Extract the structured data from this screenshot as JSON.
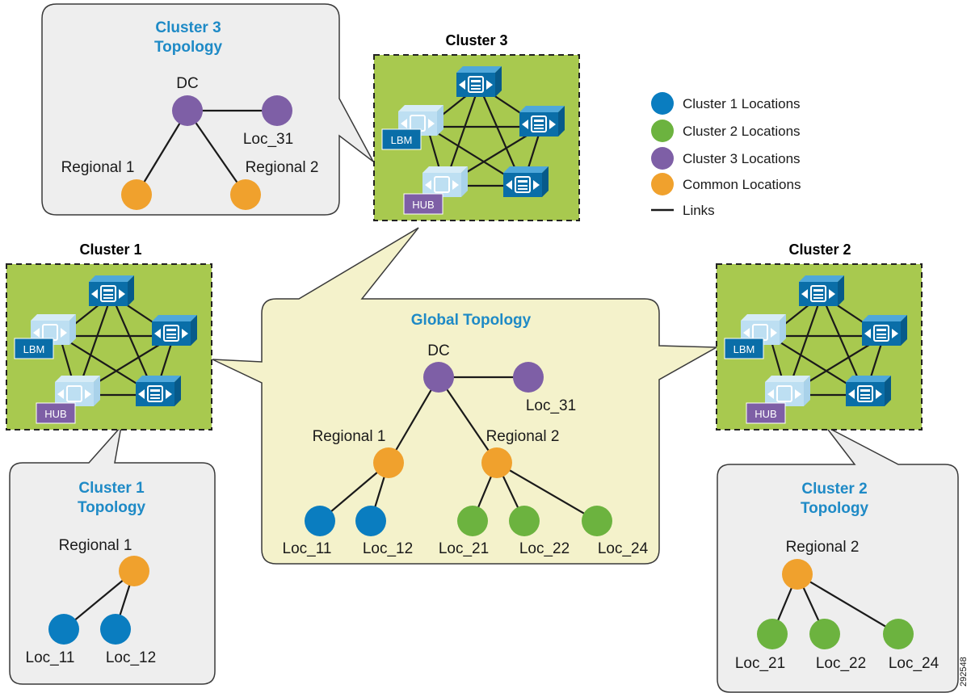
{
  "colors": {
    "cluster1": "#0a7dc0",
    "cluster2": "#6cb33f",
    "cluster3": "#7e5fa6",
    "common": "#f0a12d",
    "cluster_bg": "#a8c94f",
    "global_bg": "#f4f2cb",
    "callout_bg": "#eeeeee",
    "title_blue": "#1e8ac6",
    "server": "#0a6ea8",
    "lbm": "#0a6ea8",
    "hub": "#7e5fa6"
  },
  "legend": [
    {
      "label": "Cluster 1 Locations",
      "color": "#0a7dc0",
      "icon": "circle"
    },
    {
      "label": "Cluster 2 Locations",
      "color": "#6cb33f",
      "icon": "circle"
    },
    {
      "label": "Cluster 3 Locations",
      "color": "#7e5fa6",
      "icon": "circle"
    },
    {
      "label": "Common Locations",
      "color": "#f0a12d",
      "icon": "circle"
    },
    {
      "label": "Links",
      "color": "#1a1a1a",
      "icon": "line"
    }
  ],
  "clusters": {
    "c1": {
      "title": "Cluster 1",
      "lbm": "LBM",
      "hub": "HUB"
    },
    "c2": {
      "title": "Cluster 2",
      "lbm": "LBM",
      "hub": "HUB"
    },
    "c3": {
      "title": "Cluster 3",
      "lbm": "LBM",
      "hub": "HUB"
    }
  },
  "topologies": {
    "cluster3": {
      "title_line1": "Cluster 3",
      "title_line2": "Topology",
      "nodes": {
        "dc": "DC",
        "loc31": "Loc_31",
        "reg1": "Regional 1",
        "reg2": "Regional 2"
      }
    },
    "cluster1": {
      "title_line1": "Cluster 1",
      "title_line2": "Topology",
      "nodes": {
        "reg1": "Regional 1",
        "loc11": "Loc_11",
        "loc12": "Loc_12"
      }
    },
    "cluster2": {
      "title_line1": "Cluster 2",
      "title_line2": "Topology",
      "nodes": {
        "reg2": "Regional 2",
        "loc21": "Loc_21",
        "loc22": "Loc_22",
        "loc24": "Loc_24"
      }
    },
    "global": {
      "title": "Global Topology",
      "nodes": {
        "dc": "DC",
        "loc31": "Loc_31",
        "reg1": "Regional 1",
        "reg2": "Regional 2",
        "loc11": "Loc_11",
        "loc12": "Loc_12",
        "loc21": "Loc_21",
        "loc22": "Loc_22",
        "loc24": "Loc_24"
      }
    }
  },
  "figure_id": "292548"
}
